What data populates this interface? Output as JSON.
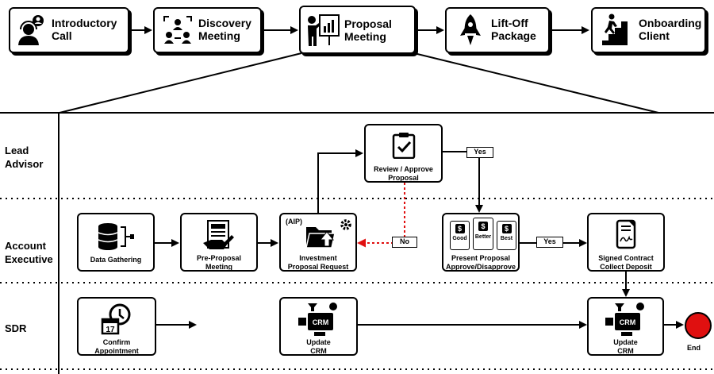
{
  "stages": [
    {
      "line1": "Introductory",
      "line2": "Call",
      "icon": "support-person-icon"
    },
    {
      "line1": "Discovery",
      "line2": "Meeting",
      "icon": "meeting-people-icon"
    },
    {
      "line1": "Proposal",
      "line2": "Meeting",
      "icon": "presentation-icon"
    },
    {
      "line1": "Lift-Off",
      "line2": "Package",
      "icon": "rocket-icon"
    },
    {
      "line1": "Onboarding",
      "line2": "Client",
      "icon": "stairs-climb-icon"
    }
  ],
  "lanes": {
    "lead_advisor": {
      "line1": "Lead",
      "line2": "Advisor"
    },
    "account_executive": {
      "line1": "Account",
      "line2": "Executive"
    },
    "sdr": {
      "line1": "SDR",
      "line2": ""
    }
  },
  "steps": {
    "data_gathering": {
      "line1": "Data Gathering",
      "line2": "",
      "icon": "database-icon"
    },
    "pre_proposal": {
      "line1": "Pre-Proposal",
      "line2": "Meeting",
      "icon": "contract-icon"
    },
    "investment_proposal": {
      "prefix": "(AIP)",
      "line1": "Investment",
      "line2": "Proposal Request",
      "icon": "folder-gear-icon"
    },
    "review_approve": {
      "line1": "Review / Approve",
      "line2": "Proposal",
      "icon": "clipboard-check-icon"
    },
    "present_proposal": {
      "line1": "Present Proposal",
      "line2": "Approve/Disapprove",
      "icon": "price-cards-icon",
      "cards": [
        "Good",
        "Better",
        "Best"
      ]
    },
    "signed_contract": {
      "line1": "Signed Contract",
      "line2": "Collect Deposit",
      "icon": "signed-document-icon"
    },
    "confirm_appointment": {
      "line1": "Confirm",
      "line2": "Appointment",
      "icon": "calendar-clock-icon",
      "date": "17"
    },
    "update_crm_1": {
      "line1": "Update",
      "line2": "CRM",
      "icon": "crm-icon",
      "badge": "CRM"
    },
    "update_crm_2": {
      "line1": "Update",
      "line2": "CRM",
      "icon": "crm-icon",
      "badge": "CRM"
    }
  },
  "decisions": {
    "yes_review": "Yes",
    "no_review": "No",
    "yes_present": "Yes"
  },
  "end_label": "End",
  "colors": {
    "stroke": "#000000",
    "no_path": "#e01010",
    "end_fill": "#e01010"
  }
}
